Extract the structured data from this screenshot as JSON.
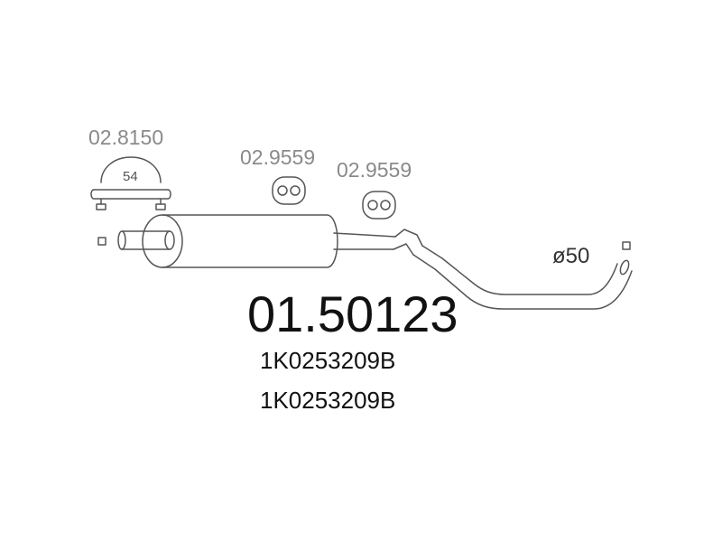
{
  "parts": {
    "clamp": {
      "part_number": "02.8150",
      "size": "54",
      "icon": "exhaust-clamp-icon"
    },
    "hanger_1": {
      "part_number": "02.9559",
      "icon": "rubber-hanger-icon"
    },
    "hanger_2": {
      "part_number": "02.9559",
      "icon": "rubber-hanger-icon"
    }
  },
  "pipe": {
    "outlet_diameter": "ø50",
    "icon": "exhaust-pipe-muffler-icon"
  },
  "product": {
    "main_number": "01.50123",
    "oem_numbers": [
      "1K0253209B",
      "1K0253209B"
    ]
  },
  "colors": {
    "line": "#555555",
    "part_number_text": "#8a8a8a",
    "main_text": "#111111"
  }
}
